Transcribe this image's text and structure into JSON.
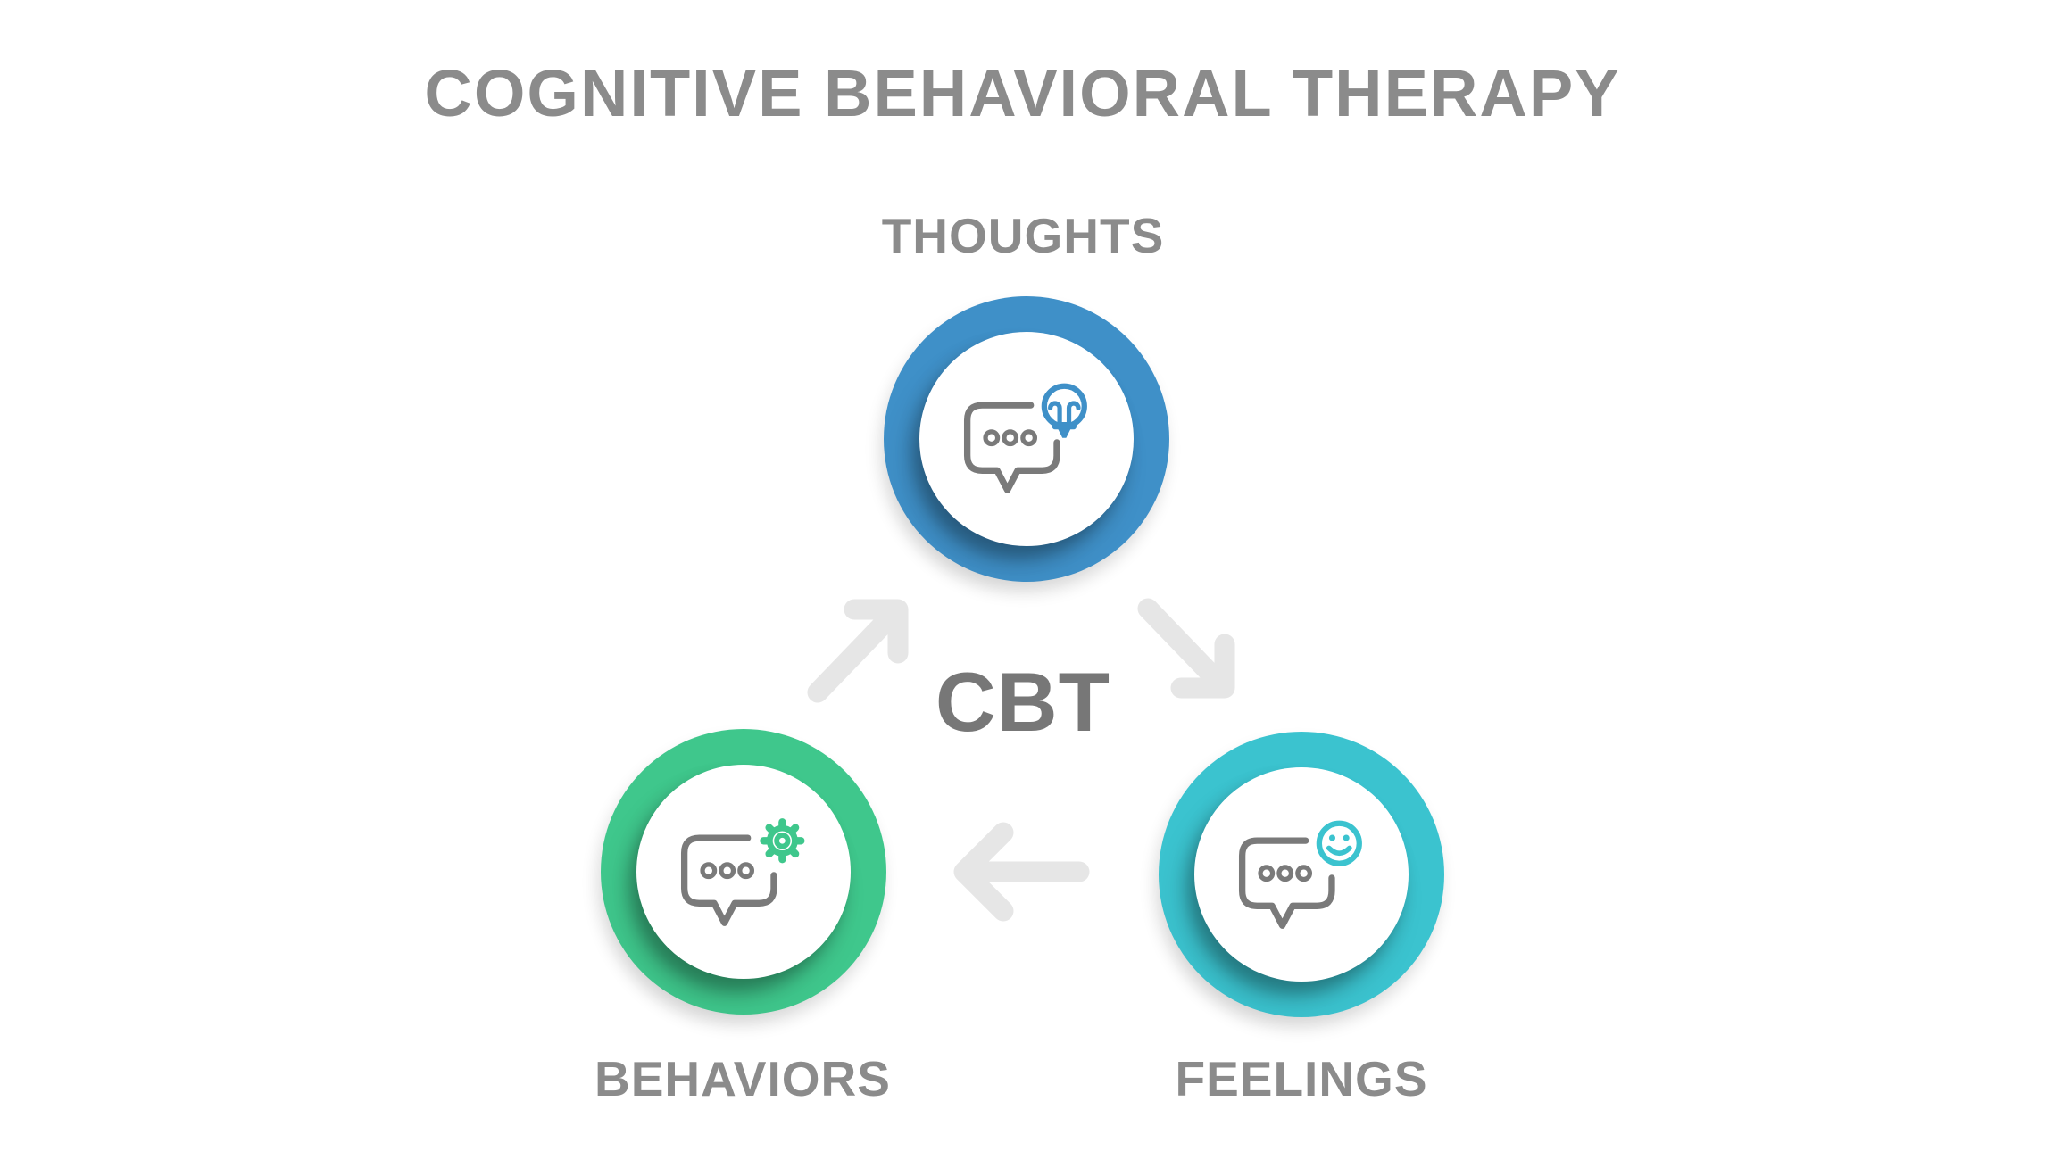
{
  "title": "COGNITIVE BEHAVIORAL THERAPY",
  "center_label": "CBT",
  "nodes": [
    {
      "id": "thoughts",
      "label": "THOUGHTS",
      "color": "#3f90c8",
      "icon": "speech-bubble-lightbulb"
    },
    {
      "id": "behaviors",
      "label": "BEHAVIORS",
      "color": "#3fc78c",
      "icon": "speech-bubble-gear"
    },
    {
      "id": "feelings",
      "label": "FEELINGS",
      "color": "#3bc3cf",
      "icon": "speech-bubble-smiley"
    }
  ],
  "arrows": [
    {
      "from": "behaviors",
      "to": "thoughts",
      "direction": "up-right"
    },
    {
      "from": "thoughts",
      "to": "feelings",
      "direction": "down-right"
    },
    {
      "from": "feelings",
      "to": "behaviors",
      "direction": "left"
    }
  ],
  "colors": {
    "background": "#ffffff",
    "title_gray": "#8b8b8b",
    "label_gray": "#8b8b8b",
    "cbt_gray": "#777777",
    "icon_gray": "#7a7a7a",
    "arrow": "#e6e6e6"
  }
}
